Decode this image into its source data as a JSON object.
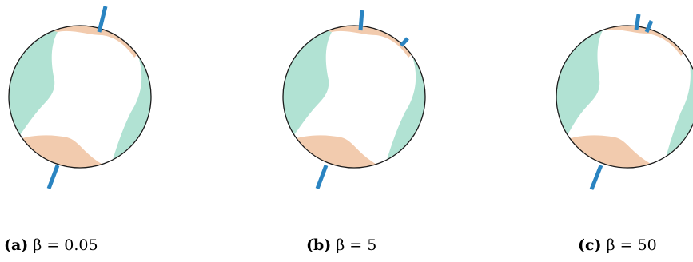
{
  "colors": {
    "green": "#b1e2d3",
    "orange": "#f2cbae",
    "marker": "#2a84c1",
    "outline": "#1a1a1a"
  },
  "panels": [
    {
      "id": "a",
      "tag": "(a)",
      "beta_label": "β = 0.05",
      "markers": [
        "top-long",
        "bottom-long"
      ]
    },
    {
      "id": "b",
      "tag": "(b)",
      "beta_label": "β = 5",
      "markers": [
        "top-long",
        "top-right-short",
        "bottom-long"
      ]
    },
    {
      "id": "c",
      "tag": "(c)",
      "beta_label": "β = 50",
      "markers": [
        "top-double",
        "bottom-long"
      ]
    }
  ]
}
